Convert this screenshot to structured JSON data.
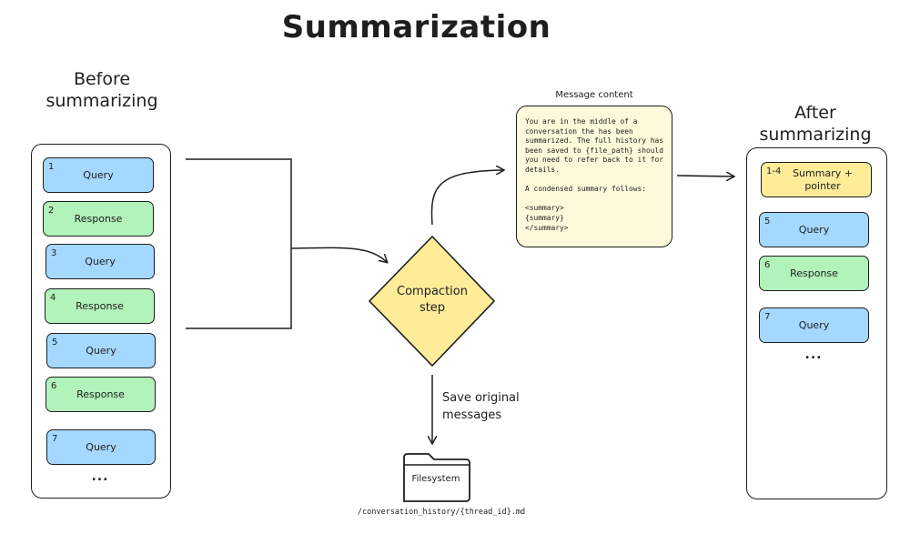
{
  "title": "Summarization",
  "before": {
    "label": "Before\nsummarizing",
    "items": [
      {
        "num": "1",
        "label": "Query",
        "kind": "query"
      },
      {
        "num": "2",
        "label": "Response",
        "kind": "response"
      },
      {
        "num": "3",
        "label": "Query",
        "kind": "query"
      },
      {
        "num": "4",
        "label": "Response",
        "kind": "response"
      },
      {
        "num": "5",
        "label": "Query",
        "kind": "query"
      },
      {
        "num": "6",
        "label": "Response",
        "kind": "response"
      },
      {
        "num": "7",
        "label": "Query",
        "kind": "query"
      }
    ],
    "ellipsis": "..."
  },
  "compaction": {
    "label": "Compaction\nstep"
  },
  "message": {
    "label": "Message content",
    "content": "You are in the middle of a\nconversation the has been\nsummarized. The full history has\nbeen saved to {file_path} should\nyou need to refer back to it for\ndetails.\n\nA condensed summary follows:\n\n<summary>\n{summary}\n</summary>"
  },
  "after": {
    "label": "After\nsummarizing",
    "items": [
      {
        "num": "1-4",
        "label": "Summary +\npointer",
        "kind": "summary"
      },
      {
        "num": "5",
        "label": "Query",
        "kind": "query"
      },
      {
        "num": "6",
        "label": "Response",
        "kind": "response"
      },
      {
        "num": "7",
        "label": "Query",
        "kind": "query"
      }
    ],
    "ellipsis": "..."
  },
  "save": {
    "label": "Save original\nmessages"
  },
  "filesystem": {
    "label": "Filesystem",
    "path": "/conversation_history/{thread_id}.md"
  },
  "colors": {
    "query": "#a5d8ff",
    "response": "#b2f2bb",
    "summary": "#ffec99",
    "message_bg": "#fff9db",
    "stroke": "#1e1e1e"
  }
}
